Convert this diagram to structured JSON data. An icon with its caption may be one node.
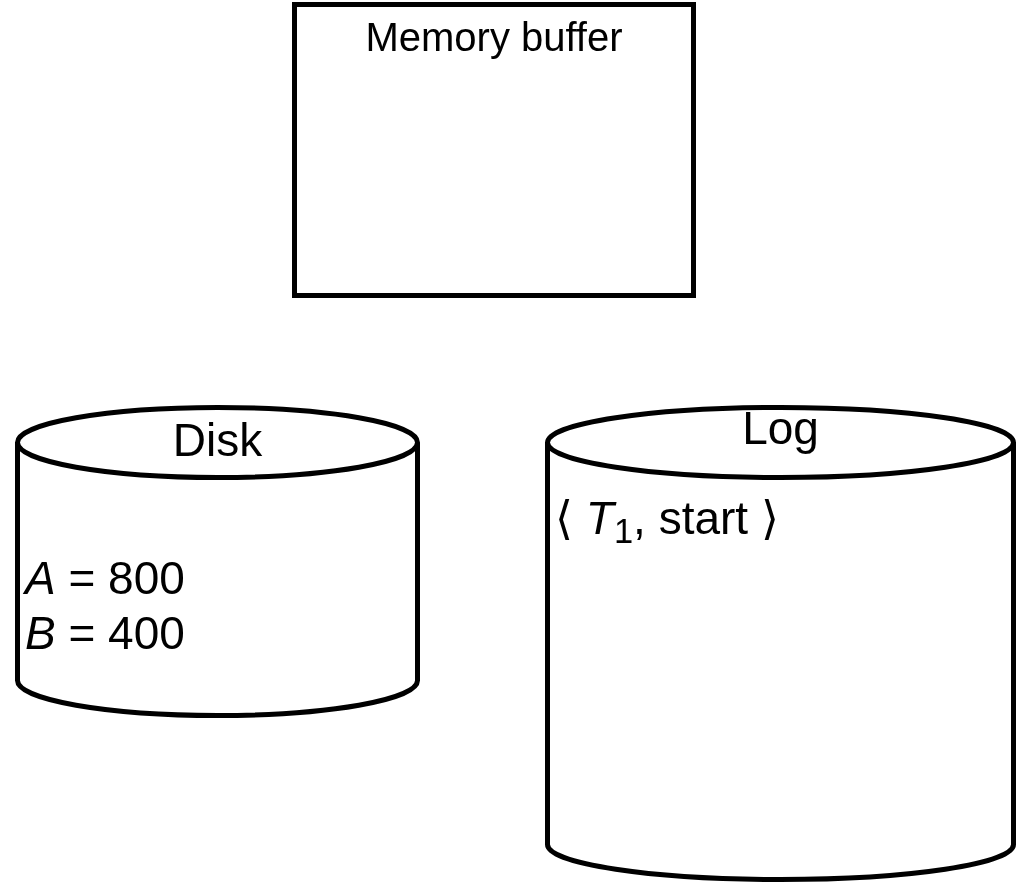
{
  "diagram": {
    "nodes": [
      {
        "text": [
          "Memory buffer"
        ]
      },
      {
        "text": [
          "Disk",
          "*A* = 800",
          "*B* = 400"
        ]
      },
      {
        "text": [
          "Log",
          "⟨ *T*$_{1}$, start ⟩"
        ]
      }
    ]
  }
}
